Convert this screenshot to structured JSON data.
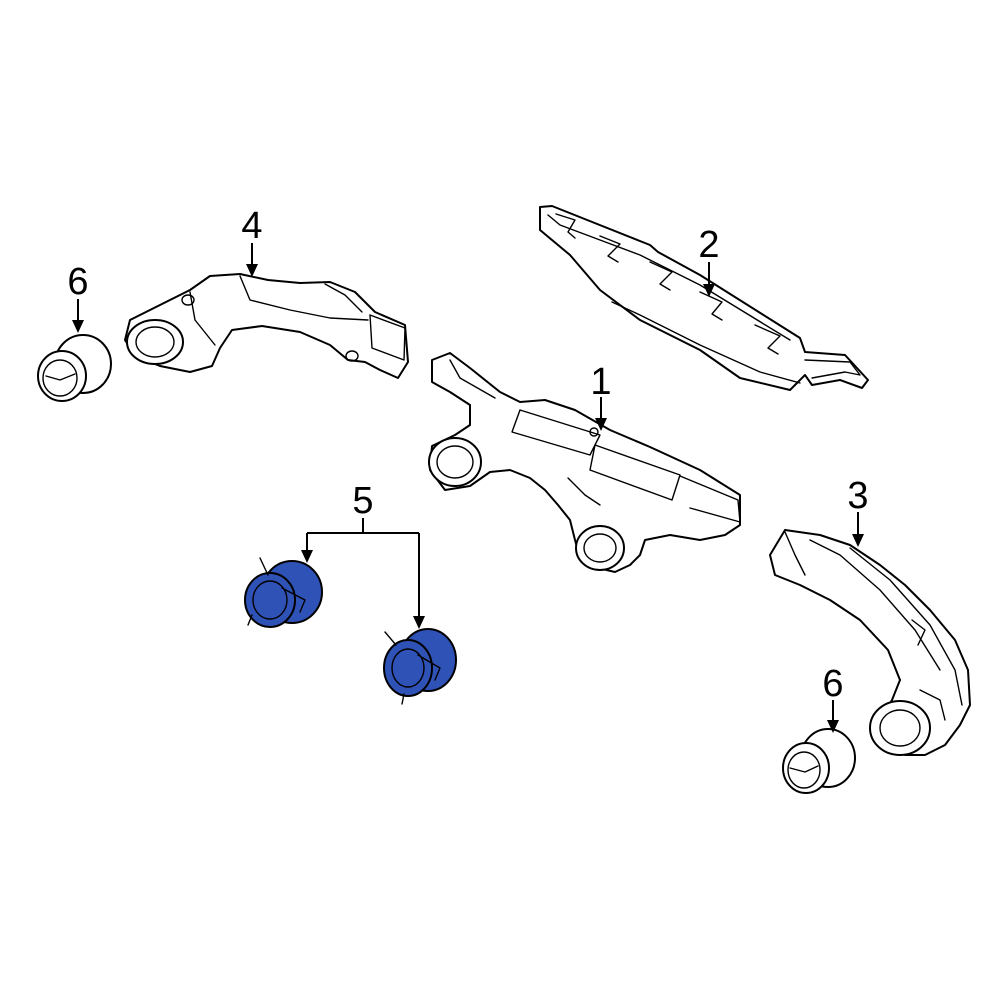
{
  "diagram": {
    "highlight_color": "#2f52b7",
    "callouts": {
      "c1": "1",
      "c2": "2",
      "c3": "3",
      "c4": "4",
      "c5": "5",
      "c6a": "6",
      "c6b": "6"
    },
    "parts": [
      {
        "id": "1",
        "name": "center-air-duct"
      },
      {
        "id": "2",
        "name": "upper-vent-duct"
      },
      {
        "id": "3",
        "name": "right-air-duct"
      },
      {
        "id": "4",
        "name": "left-air-duct"
      },
      {
        "id": "5",
        "name": "outlet-vent-pair",
        "highlighted": true
      },
      {
        "id": "6",
        "name": "outlet-grommet"
      }
    ]
  }
}
